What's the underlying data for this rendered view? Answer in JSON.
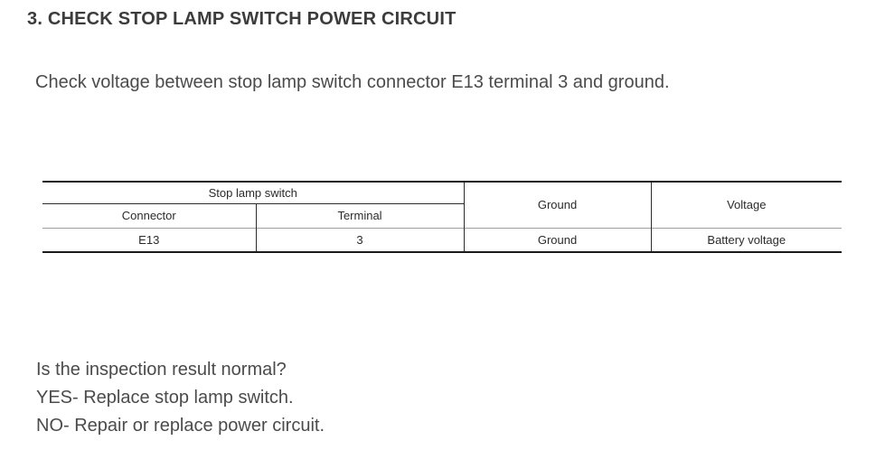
{
  "page": {
    "heading": "3. CHECK STOP LAMP SWITCH POWER CIRCUIT",
    "instruction": "Check voltage between stop lamp switch connector E13 terminal 3 and ground."
  },
  "table": {
    "group_header": "Stop lamp switch",
    "sub_headers": [
      "Connector",
      "Terminal"
    ],
    "columns": {
      "ground": "Ground",
      "voltage": "Voltage"
    },
    "rows": [
      {
        "connector": "E13",
        "terminal": "3",
        "ground": "Ground",
        "voltage": "Battery voltage"
      }
    ]
  },
  "result": {
    "question": "Is the inspection result normal?",
    "yes": "YES- Replace stop lamp switch.",
    "no": "NO- Repair or replace power circuit."
  },
  "colors": {
    "background": "#ffffff",
    "heading_text": "#3c3c3c",
    "body_text": "#4b4b4b",
    "table_text": "#2b2b2b",
    "table_border_heavy": "#1a1a1a",
    "table_border_light": "#9e9e9e"
  }
}
